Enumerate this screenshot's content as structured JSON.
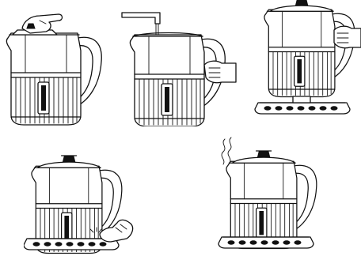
{
  "figure": {
    "panels": [
      {
        "id": 1,
        "step": "open-lid",
        "icon": "kettle-lid-open-icon"
      },
      {
        "id": 2,
        "step": "fill-with-water",
        "icon": "kettle-filling-icon"
      },
      {
        "id": 3,
        "step": "place-on-base",
        "icon": "kettle-place-on-base-icon"
      },
      {
        "id": 4,
        "step": "press-switch",
        "icon": "kettle-switch-on-icon"
      },
      {
        "id": 5,
        "step": "boiling-steam",
        "icon": "kettle-steam-icon"
      }
    ]
  },
  "colors": {
    "line": "#111111",
    "background": "#ffffff"
  }
}
